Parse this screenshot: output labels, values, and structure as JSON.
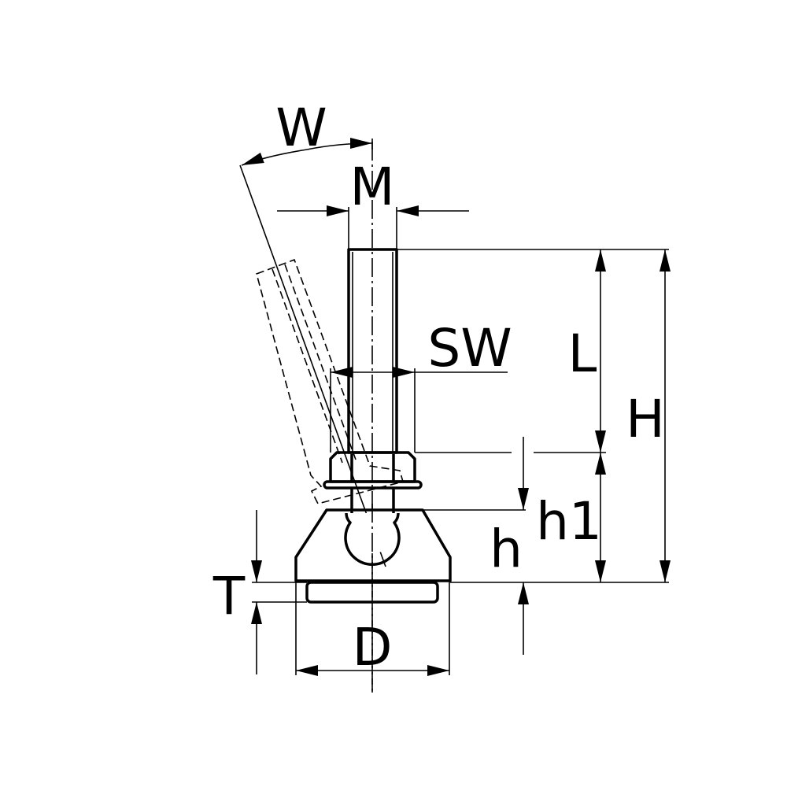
{
  "drawing": {
    "title": "Levelling foot dimension drawing",
    "labels": {
      "W": "W",
      "M": "M",
      "SW": "SW",
      "L": "L",
      "H": "H",
      "h1": "h1",
      "h": "h",
      "T": "T",
      "D": "D"
    },
    "colors": {
      "line": "#000000",
      "background": "#ffffff"
    }
  }
}
